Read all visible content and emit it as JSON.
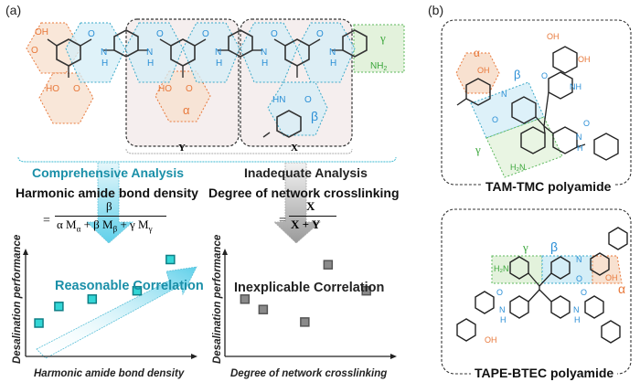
{
  "panel_a": {
    "label": "(a)",
    "chemistry": {
      "oh": "OH",
      "ho": "HO",
      "o": "O",
      "n": "N",
      "h": "H",
      "hn": "HN",
      "nh2": "NH",
      "nh2_sub": "2",
      "alpha": "α",
      "beta": "β",
      "gamma": "γ",
      "box_y": "Y",
      "box_x": "X"
    },
    "left": {
      "title": "Comprehensive Analysis",
      "formula_label": "Harmonic amide bond density",
      "formula_eq": "=",
      "numerator": "β",
      "denominator": "α M",
      "den_a_sub": "α",
      "den_plus1": " + β M",
      "den_b_sub": "β",
      "den_plus2": " + γ M",
      "den_c_sub": "γ",
      "plot": {
        "ylabel": "Desalination performance",
        "xlabel": "Harmonic amide bond density",
        "annotation": "Reasonable Correlation"
      }
    },
    "right": {
      "title": "Inadequate Analysis",
      "formula_label": "Degree of network crosslinking",
      "formula_eq": "=",
      "numerator": "X",
      "denominator": "X + Y",
      "plot": {
        "ylabel": "Desalination performance",
        "xlabel": "Degree of network crosslinking",
        "annotation": "Inexplicable Correlation"
      }
    }
  },
  "panel_b": {
    "label": "(b)",
    "top_structure": {
      "title": "TAM-TMC polyamide",
      "alpha": "α",
      "beta": "β",
      "gamma": "γ",
      "oh": "OH",
      "h2n": "H₂N",
      "o": "O",
      "n": "N",
      "h": "H",
      "nh": "NH"
    },
    "bottom_structure": {
      "title": "TAPE-BTEC polyamide",
      "alpha": "α",
      "beta": "β",
      "gamma": "γ",
      "oh": "OH",
      "h2n": "H₂N",
      "o": "O",
      "n": "N",
      "h": "H"
    }
  },
  "colors": {
    "alpha_orange": "#e8783a",
    "beta_blue": "#2b8fd6",
    "gamma_green": "#3aa63a",
    "cyan_accent": "#1a8fa8",
    "marker_cyan": "#33d6d6",
    "marker_gray": "#8a8a8a"
  },
  "chart_data": [
    {
      "type": "scatter",
      "title": "Reasonable Correlation",
      "xlabel": "Harmonic amide bond density",
      "ylabel": "Desalination performance",
      "x": [
        0.08,
        0.2,
        0.4,
        0.67,
        0.87
      ],
      "y": [
        0.32,
        0.48,
        0.55,
        0.63,
        0.93
      ],
      "xlim": [
        0,
        1
      ],
      "ylim": [
        0,
        1
      ],
      "trend": "increasing",
      "grid": false
    },
    {
      "type": "scatter",
      "title": "Inexplicable Correlation",
      "xlabel": "Degree of network crosslinking",
      "ylabel": "Desalination performance",
      "x": [
        0.12,
        0.23,
        0.48,
        0.85,
        0.62
      ],
      "y": [
        0.55,
        0.45,
        0.33,
        0.63,
        0.88
      ],
      "xlim": [
        0,
        1
      ],
      "ylim": [
        0,
        1
      ],
      "trend": "none",
      "grid": false
    }
  ]
}
